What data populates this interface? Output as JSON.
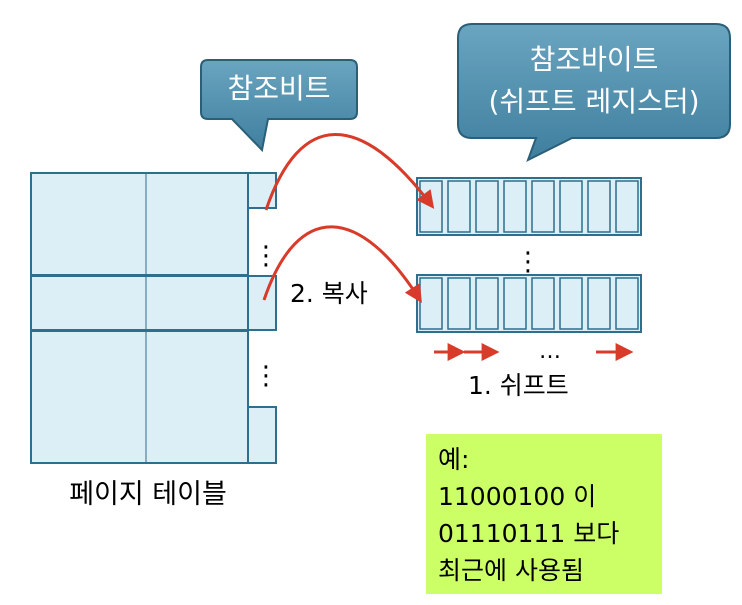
{
  "callouts": {
    "reference_bit": "참조비트",
    "reference_byte_line1": "참조바이트",
    "reference_byte_line2": "(쉬프트 레지스터)"
  },
  "labels": {
    "copy": "2. 복사",
    "shift": "1. 쉬프트",
    "page_table": "페이지 테이블",
    "vertical_ellipsis": "⋮",
    "horizontal_ellipsis": "…"
  },
  "example": {
    "line1": "예:",
    "line2": "11000100 이",
    "line3": "01110111 보다",
    "line4": "최근에 사용됨"
  },
  "colors": {
    "cell_fill": "#dceef6",
    "cell_border": "#2d6f8c",
    "callout_fill": "#4b8aa8",
    "callout_border": "#2b5f78",
    "arrow": "#d83b2a",
    "note_fill": "#ccff66"
  }
}
